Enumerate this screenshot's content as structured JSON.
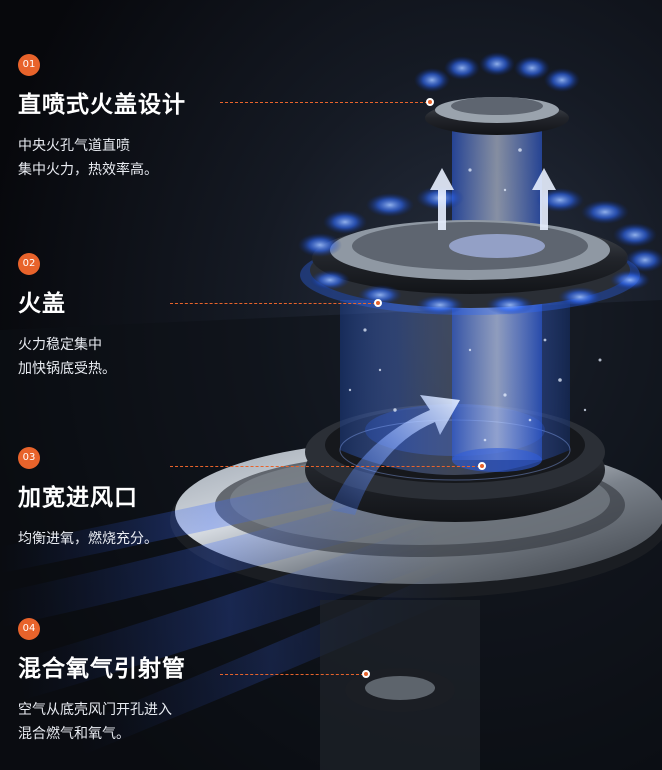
{
  "colors": {
    "accent": "#e8632b",
    "flame": "#2f6bff",
    "background": "#0b0d12"
  },
  "features": [
    {
      "number": "01",
      "title": "直喷式火盖设计",
      "desc_line1": "中央火孔气道直喷",
      "desc_line2": "集中火力，热效率高。"
    },
    {
      "number": "02",
      "title": "火盖",
      "desc_line1": "火力稳定集中",
      "desc_line2": "加快锅底受热。"
    },
    {
      "number": "03",
      "title": "加宽进风口",
      "desc_line1": "均衡进氧，燃烧充分。",
      "desc_line2": ""
    },
    {
      "number": "04",
      "title": "混合氧气引射管",
      "desc_line1": "空气从底壳风门开孔进入",
      "desc_line2": "混合燃气和氧气。"
    }
  ]
}
